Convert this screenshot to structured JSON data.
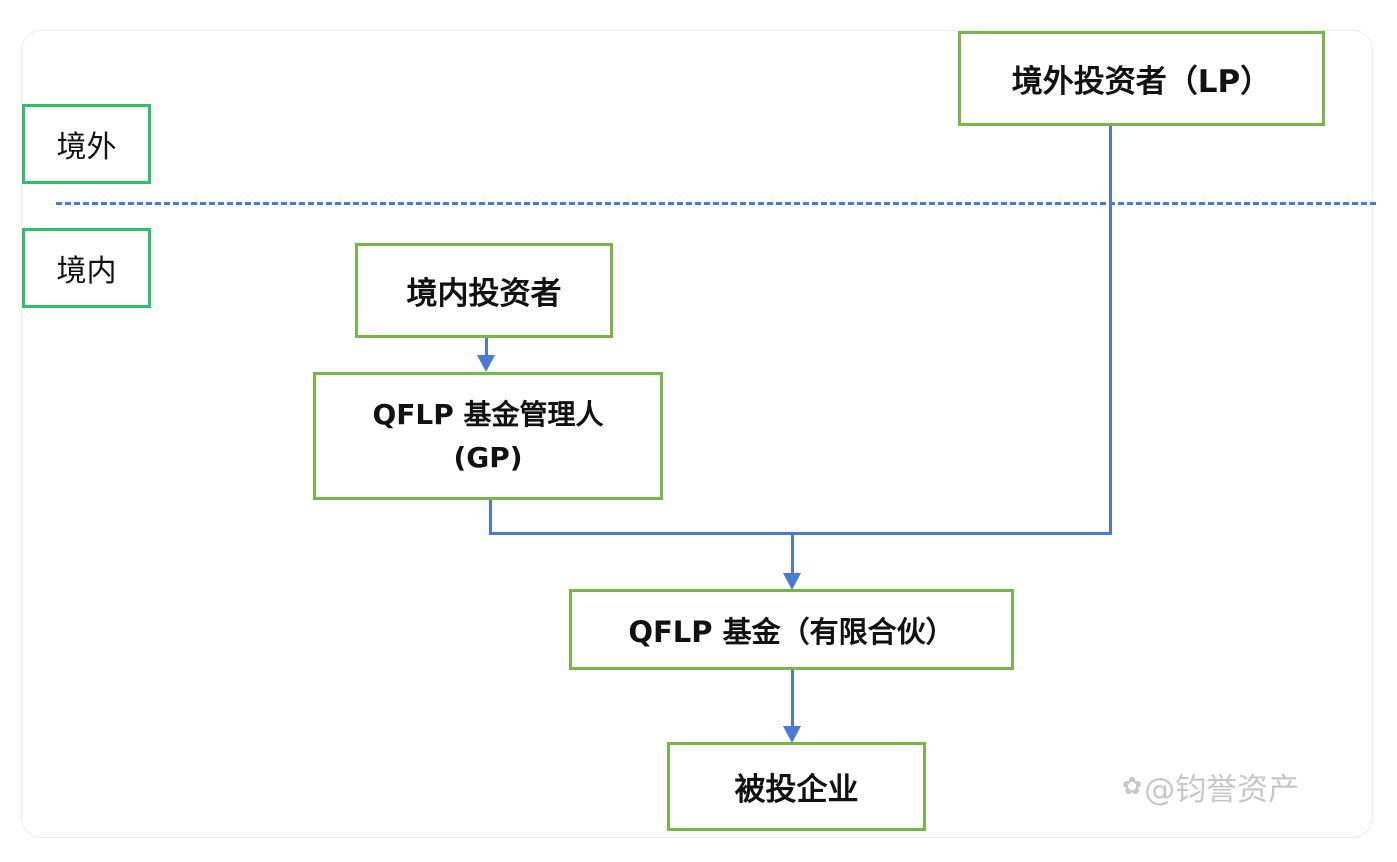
{
  "regions": {
    "offshore": "境外",
    "onshore": "境内"
  },
  "nodes": {
    "foreign_investor": "境外投资者（LP）",
    "domestic_investor": "境内投资者",
    "gp_line1": "QFLP 基金管理人",
    "gp_line2": "(GP)",
    "fund": "QFLP 基金（有限合伙）",
    "target": "被投企业"
  },
  "watermark": {
    "icon": "paw-icon",
    "text": "@钧誉资产"
  },
  "colors": {
    "node_border": "#78b54a",
    "region_border": "#2fbe6a",
    "connector": "#4a7bd4"
  }
}
